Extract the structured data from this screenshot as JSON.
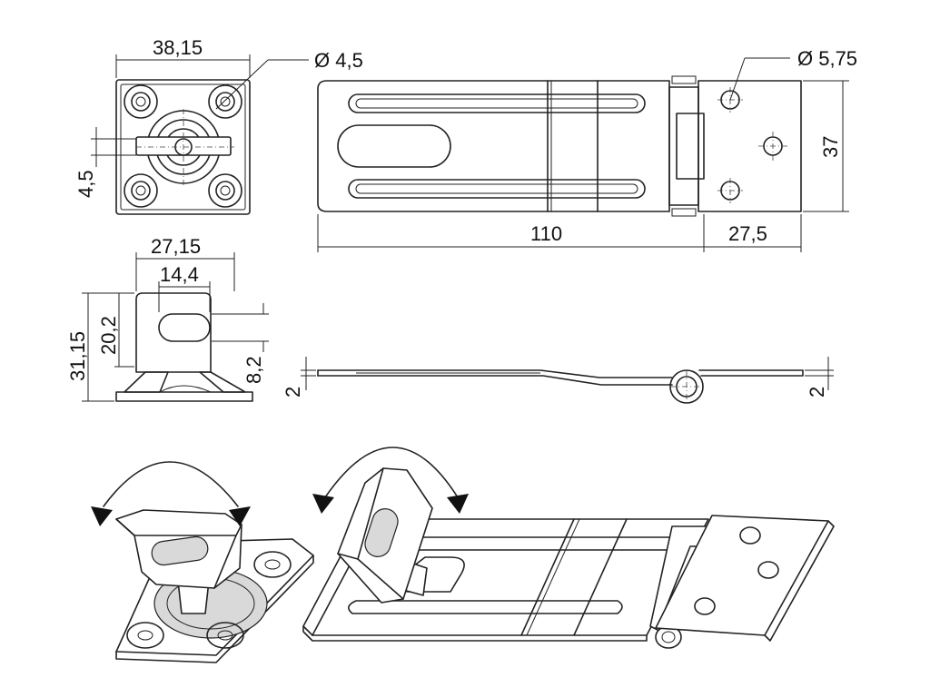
{
  "dimensions": {
    "base_width": "38,15",
    "hole_small": "Ø 4,5",
    "base_slot": "4,5",
    "hole_large": "Ø 5,75",
    "height_right": "37",
    "length_main": "110",
    "length_hinge": "27,5",
    "staple_width": "27,15",
    "staple_slot": "14,4",
    "staple_height_total": "31,15",
    "staple_height_upper": "20,2",
    "staple_slot_height": "8,2",
    "thickness_left": "2",
    "thickness_right": "2"
  },
  "views": {
    "rotation_arrows": [
      "left-rotation-arrow",
      "right-rotation-arrow"
    ]
  }
}
